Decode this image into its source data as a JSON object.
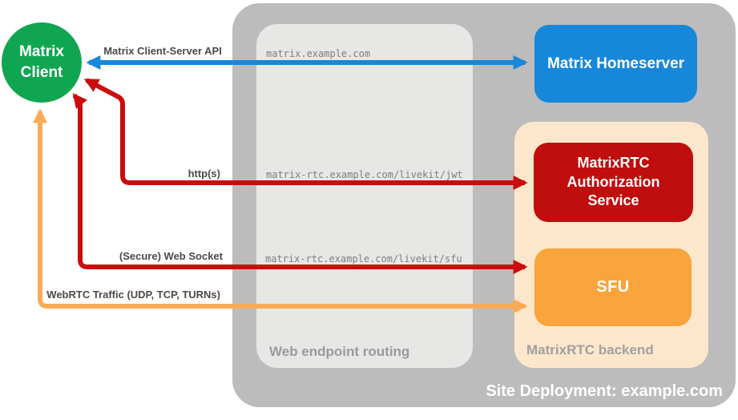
{
  "diagram": {
    "client": {
      "label": "Matrix Client"
    },
    "homeserver": {
      "label": "Matrix Homeserver"
    },
    "auth_service": {
      "label": "MatrixRTC Authorization Service"
    },
    "sfu": {
      "label": "SFU"
    },
    "groups": {
      "deployment_label": "Site Deployment: example.com",
      "routing_label": "Web endpoint routing",
      "backend_label": "MatrixRTC backend"
    },
    "endpoints": [
      "matrix.example.com",
      "matrix-rtc.example.com/livekit/jwt",
      "matrix-rtc.example.com/livekit/sfu"
    ],
    "arrows": [
      {
        "id": "matrix-client-server-api",
        "label": "Matrix Client-Server API",
        "color": "#1787d9",
        "direction": "bidirectional",
        "from": "Matrix Client",
        "to": "Matrix Homeserver"
      },
      {
        "id": "https",
        "label": "http(s)",
        "color": "#cc0c0c",
        "direction": "bidirectional",
        "from": "Matrix Client",
        "to": "MatrixRTC Authorization Service"
      },
      {
        "id": "secure-web-socket",
        "label": "(Secure) Web Socket",
        "color": "#cc0c0c",
        "direction": "bidirectional",
        "from": "Matrix Client",
        "to": "SFU"
      },
      {
        "id": "webrtc-traffic",
        "label": "WebRTC Traffic (UDP, TCP, TURNs)",
        "color": "#fbab55",
        "direction": "bidirectional",
        "from": "Matrix Client",
        "to": "SFU"
      }
    ],
    "colors": {
      "client_green": "#10a651",
      "homeserver_blue": "#1787d9",
      "auth_red": "#c00d0d",
      "sfu_orange": "#f9a43c",
      "backend_peach": "#fce7cc",
      "deployment_gray": "#bcbcbc",
      "routing_gray": "#e7e7e6"
    }
  }
}
